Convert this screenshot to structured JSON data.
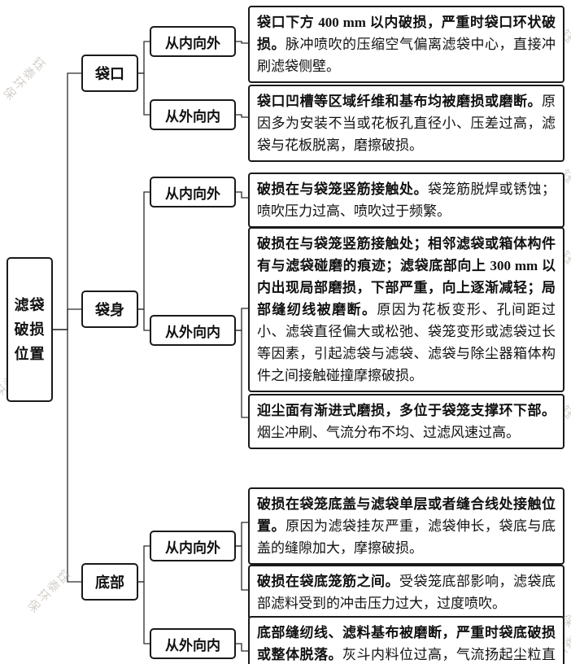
{
  "watermark": {
    "text": "钰泰环保"
  },
  "root": {
    "label": "滤袋\n破损\n位置"
  },
  "groups": [
    {
      "label": "袋口",
      "branches": [
        {
          "label": "从内向外",
          "boxes": [
            {
              "bold": "袋口下方 400 mm 以内破损，严重时袋口环状破损。",
              "normal": "脉冲喷吹的压缩空气偏离滤袋中心，直接冲刷滤袋侧壁。"
            }
          ]
        },
        {
          "label": "从外向内",
          "boxes": [
            {
              "bold": "袋口凹槽等区域纤维和基布均被磨损或磨断。",
              "normal": "原因多为安装不当或花板孔直径小、压差过高，滤袋与花板脱离，磨擦破损。"
            }
          ]
        }
      ]
    },
    {
      "label": "袋身",
      "branches": [
        {
          "label": "从内向外",
          "boxes": [
            {
              "bold": "破损在与袋笼竖筋接触处。",
              "normal": "袋笼筋脱焊或锈蚀；喷吹压力过高、喷吹过于频繁。"
            }
          ]
        },
        {
          "label": "从外向内",
          "boxes": [
            {
              "bold": "破损在与袋笼竖筋接触处；相邻滤袋或箱体构件有与滤袋碰磨的痕迹；滤袋底部向上 300 mm 以内出现局部磨损，下部严重，向上逐渐减轻；局部缝纫线被磨断。",
              "normal": "原因为花板变形、孔间距过小、滤袋直径偏大或松弛、袋笼变形或滤袋过长等因素，引起滤袋与滤袋、滤袋与除尘器箱体构件之间接触碰撞摩擦破损。"
            },
            {
              "bold": "迎尘面有渐进式磨损，多位于袋笼支撑环下部。",
              "normal": "烟尘冲刷、气流分布不均、过滤风速过高。"
            }
          ]
        }
      ]
    },
    {
      "label": "底部",
      "branches": [
        {
          "label": "从内向外",
          "boxes": [
            {
              "bold": "破损在袋笼底盖与滤袋单层或者缝合线处接触位置。",
              "normal": "原因为滤袋挂灰严重，滤袋伸长，袋底与底盖的缝隙加大，摩擦破损。"
            },
            {
              "bold": "破损在袋底笼筋之间。",
              "normal": "受袋笼底部影响，滤袋底部滤料受到的冲击压力过大，过度喷吹。"
            }
          ]
        },
        {
          "label": "从外向内",
          "boxes": [
            {
              "bold": "底部缝纫线、滤料基布被磨断，严重时袋底破损或整体脱落。",
              "normal": "灰斗内料位过高，气流扬起尘粒直接冲刷袋底，造成磨损。"
            }
          ]
        }
      ]
    }
  ]
}
